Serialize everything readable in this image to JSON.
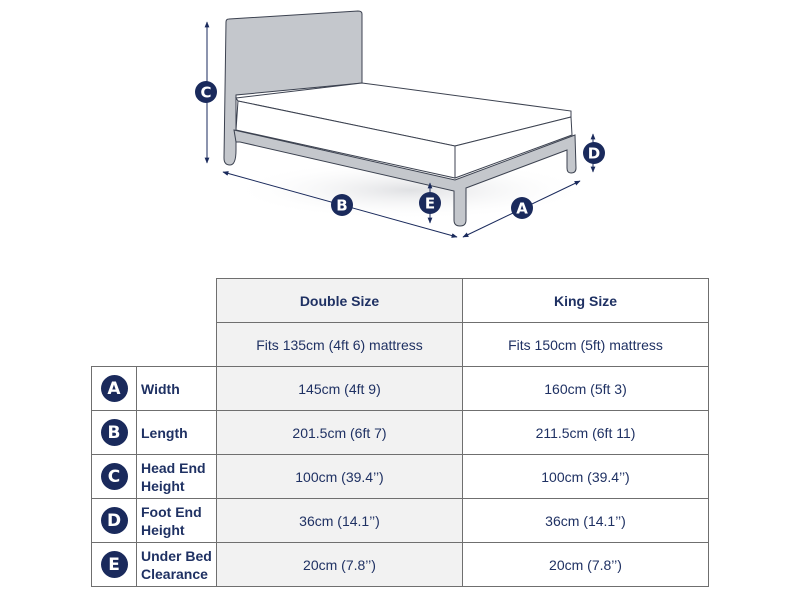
{
  "diagram": {
    "labels": {
      "A": "A",
      "B": "B",
      "C": "C",
      "D": "D",
      "E": "E"
    },
    "colors": {
      "headboard": "#c4c7cc",
      "frame": "#c4c7cc",
      "mattress": "#ffffff",
      "outline": "#3c4250",
      "badge": "#1a2a5c",
      "arrow": "#1a2a5c"
    }
  },
  "table": {
    "columns": [
      {
        "title": "Double Size",
        "fits": "Fits 135cm (4ft 6) mattress"
      },
      {
        "title": "King Size",
        "fits": "Fits 150cm (5ft) mattress"
      }
    ],
    "rows": [
      {
        "badge": "A",
        "label": "Width",
        "double": "145cm (4ft 9)",
        "king": "160cm (5ft 3)"
      },
      {
        "badge": "B",
        "label": "Length",
        "double": "201.5cm (6ft 7)",
        "king": "211.5cm (6ft 11)"
      },
      {
        "badge": "C",
        "label": "Head End Height",
        "double": "100cm (39.4’’)",
        "king": "100cm (39.4’’)"
      },
      {
        "badge": "D",
        "label": "Foot End Height",
        "double": "36cm (14.1’’)",
        "king": "36cm (14.1’’)"
      },
      {
        "badge": "E",
        "label": "Under Bed Clearance",
        "double": "20cm (7.8’’)",
        "king": "20cm (7.8’’)"
      }
    ]
  }
}
